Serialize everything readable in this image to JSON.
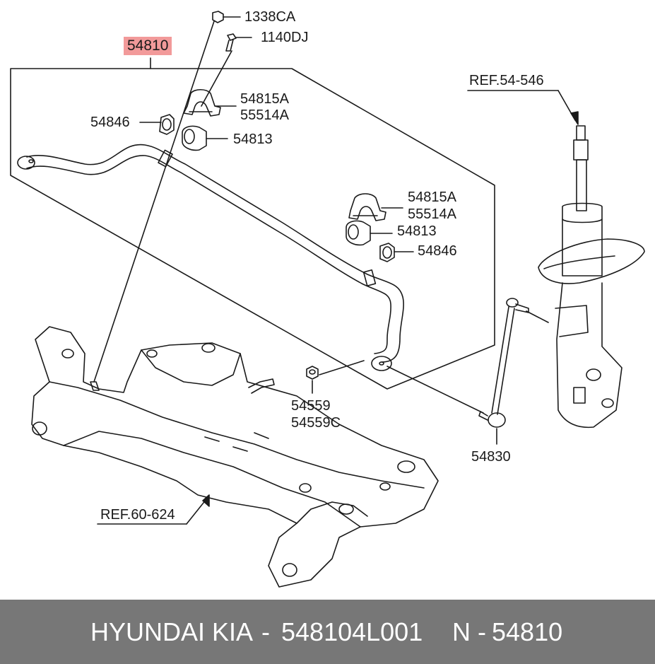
{
  "labels": {
    "assembly": "54810",
    "nut": "1338CA",
    "bolt": "1140DJ",
    "bracket_upper": "54815A",
    "bracket_upper_alt": "55514A",
    "bushing_upper": "54813",
    "cap_left": "54846",
    "bracket_right": "54815A",
    "bracket_right_alt": "55514A",
    "bushing_right": "54813",
    "cap_right": "54846",
    "nut_link": "54559",
    "nut_link_alt": "54559C",
    "link": "54830",
    "ref_strut": "REF.54-546",
    "ref_crossmember": "REF.60-624"
  },
  "colors": {
    "highlight": "#f29a9a",
    "footer_bg": "#777777",
    "line": "#1a1a1a"
  },
  "footer": {
    "brand": "HYUNDAI  KIA",
    "sep": "-",
    "part_number": "548104L001",
    "n_label": "N",
    "n_sep": "-",
    "n_value": "54810"
  }
}
